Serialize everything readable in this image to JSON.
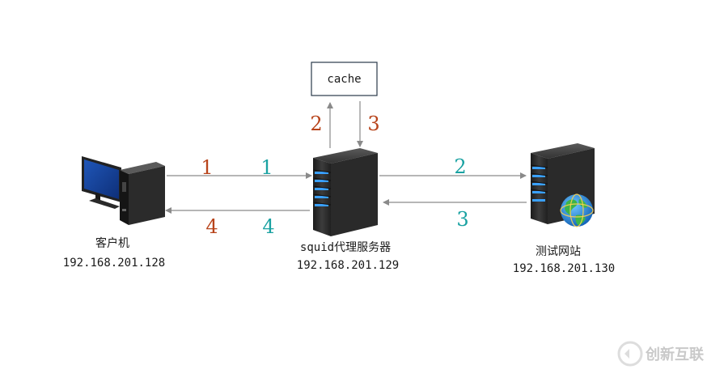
{
  "cache": {
    "label": "cache"
  },
  "client": {
    "name": "客户机",
    "ip": "192.168.201.128"
  },
  "proxy": {
    "name": "squid代理服务器",
    "ip": "192.168.201.129"
  },
  "website": {
    "name": "测试网站",
    "ip": "192.168.201.130"
  },
  "steps": {
    "client_to_proxy_left": "1",
    "client_to_proxy_right": "1",
    "proxy_to_client_left": "4",
    "proxy_to_client_right": "4",
    "proxy_to_cache": "2",
    "cache_to_proxy": "3",
    "proxy_to_website": "2",
    "website_to_proxy": "3"
  },
  "colors": {
    "step_red": "#b8441b",
    "step_teal": "#1aa2a2",
    "arrow": "#8a8a8a"
  },
  "watermark": {
    "text": "创新互联"
  }
}
